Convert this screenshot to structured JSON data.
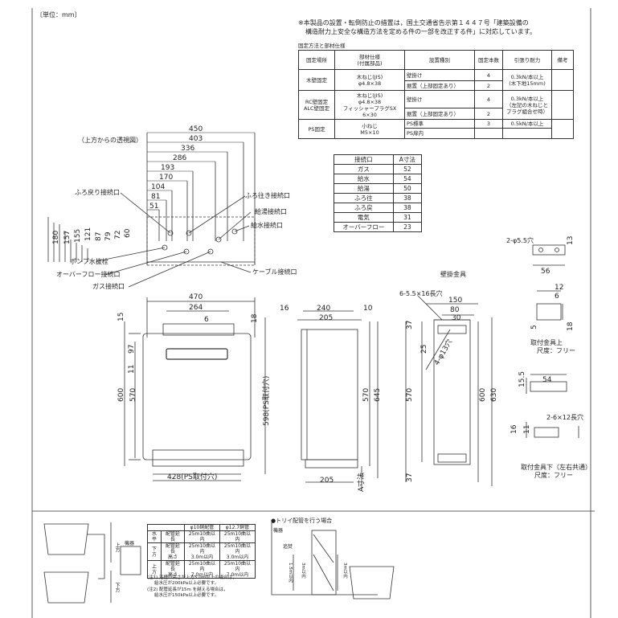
{
  "unit_label": "〔単位：mm〕",
  "notice": {
    "line1": "※本製品の設置・転倒防止の措置は，国土交通省告示第１４４７号「建築設備の",
    "line2": "構造耐力上安全な構造方法を定める件の一部を改正する件」に対応しています。"
  },
  "spec_table": {
    "caption": "固定方法と部材仕様",
    "headers": [
      "固定場所",
      "部材仕様\n(付属部品)",
      "設置種別",
      "固定本数",
      "引張り耐力",
      "備考"
    ],
    "rows": [
      {
        "place": "木壁固定",
        "member": "木ねじ(JIS)\nφ4.8×38",
        "types": [
          "壁掛け",
          "据置（上部固定あり）"
        ],
        "counts": [
          "4",
          "2"
        ],
        "strength": "0.3kN/本以上\n(木下地15mm)"
      },
      {
        "place": "RC壁固定\nALC壁固定",
        "member": "木ねじ(JIS)\nφ4.8×38\nフィッシャープラグSX\n6×30",
        "types": [
          "壁掛け",
          "据置（上部固定あり）"
        ],
        "counts": [
          "4",
          "2"
        ],
        "strength": "0.3kN/本以上\n（左記の木ねじと\nプラグ組合せ時）"
      },
      {
        "place": "PS固定",
        "member": "小ねじ\nM5×10",
        "types": [
          "PS標準",
          "PS扉内"
        ],
        "counts": [
          "3",
          ""
        ],
        "strength": "0.5kN/本以上"
      }
    ]
  },
  "port_table": {
    "headers": [
      "接続口",
      "A寸法"
    ],
    "rows": [
      [
        "ガス",
        "52"
      ],
      [
        "給水",
        "54"
      ],
      [
        "給湯",
        "50"
      ],
      [
        "ふろ往",
        "38"
      ],
      [
        "ふろ戻",
        "38"
      ],
      [
        "電気",
        "31"
      ],
      [
        "オーバーフロー",
        "23"
      ]
    ]
  },
  "top_view": {
    "title": "（上方からの透視図）",
    "h_dims": [
      "450",
      "403",
      "336",
      "286",
      "193",
      "170",
      "104",
      "81",
      "51"
    ],
    "v_dims": [
      "180",
      "157",
      "155",
      "121",
      "87",
      "79",
      "72",
      "60"
    ],
    "labels_left": [
      "ふろ戻り接続口",
      "ポンプ水抜栓",
      "オーバーフロー接続口",
      "ガス接続口"
    ],
    "labels_right": [
      "ふろ往き接続口",
      "給湯接続口",
      "給水接続口",
      "ケーブル接続口"
    ]
  },
  "front_view": {
    "dims_top": [
      "470",
      "264",
      "6"
    ],
    "dims_left": [
      "15",
      "97",
      "11",
      "600",
      "570"
    ],
    "dims_right": [
      "18",
      "598(PS取付穴)"
    ],
    "bottom": "428(PS取付穴)"
  },
  "side_view": {
    "dims_top": [
      "16",
      "240",
      "10",
      "205"
    ],
    "dims_right": [
      "570",
      "645"
    ],
    "bottom": "205",
    "a_label": "A寸法"
  },
  "wall_bracket": {
    "title": "壁掛金具",
    "hole": "6-5.5×16長穴",
    "dims": [
      "150",
      "80",
      "30",
      "25",
      "4-φ13穴",
      "37",
      "570",
      "600",
      "630",
      "37"
    ]
  },
  "bracket_top": {
    "hole": "2-φ5.5穴",
    "dims": [
      "13",
      "56",
      "12",
      "6",
      "18",
      "5"
    ],
    "caption": "取付金具上",
    "scale": "尺度：フリー"
  },
  "bracket_bottom": {
    "hole": "2-6×12長穴",
    "dims": [
      "15.5",
      "54",
      "16",
      "11"
    ],
    "caption": "取付金具下（左右共通）",
    "scale": "尺度：フリー"
  },
  "pipe_table": {
    "headers": [
      "",
      "",
      "φ10銅配管",
      "φ12.7銅管"
    ],
    "rows": [
      [
        "水平",
        "配管延長",
        "25m10曲以内",
        "25m10曲以内"
      ],
      [
        "下方",
        "配管延長\n高さ",
        "25m10曲以内\n3.0m以内",
        "25m10曲以内\n3.0m以内"
      ],
      [
        "上方",
        "配管延長\n高さ",
        "25m10曲以内\n7.0m以内",
        "25m10曲以内\n7.0m以内"
      ]
    ],
    "notes": [
      "(注1) 浴槽の高さが上方5.0m以上の場合は，",
      "給水圧が200kPa以上必要です。",
      "(注2) 配管延長が15m を越える場合は，",
      "給水圧が150kPa以上必要です。"
    ]
  },
  "trap_section": {
    "title": "●トリイ配管を行う場合",
    "labels": [
      "機器",
      "追焚",
      "1.5m以内",
      "3m以内",
      "3m以内"
    ]
  },
  "pipe_side_labels": {
    "up": "上方",
    "down": "下方",
    "device": "機器"
  }
}
